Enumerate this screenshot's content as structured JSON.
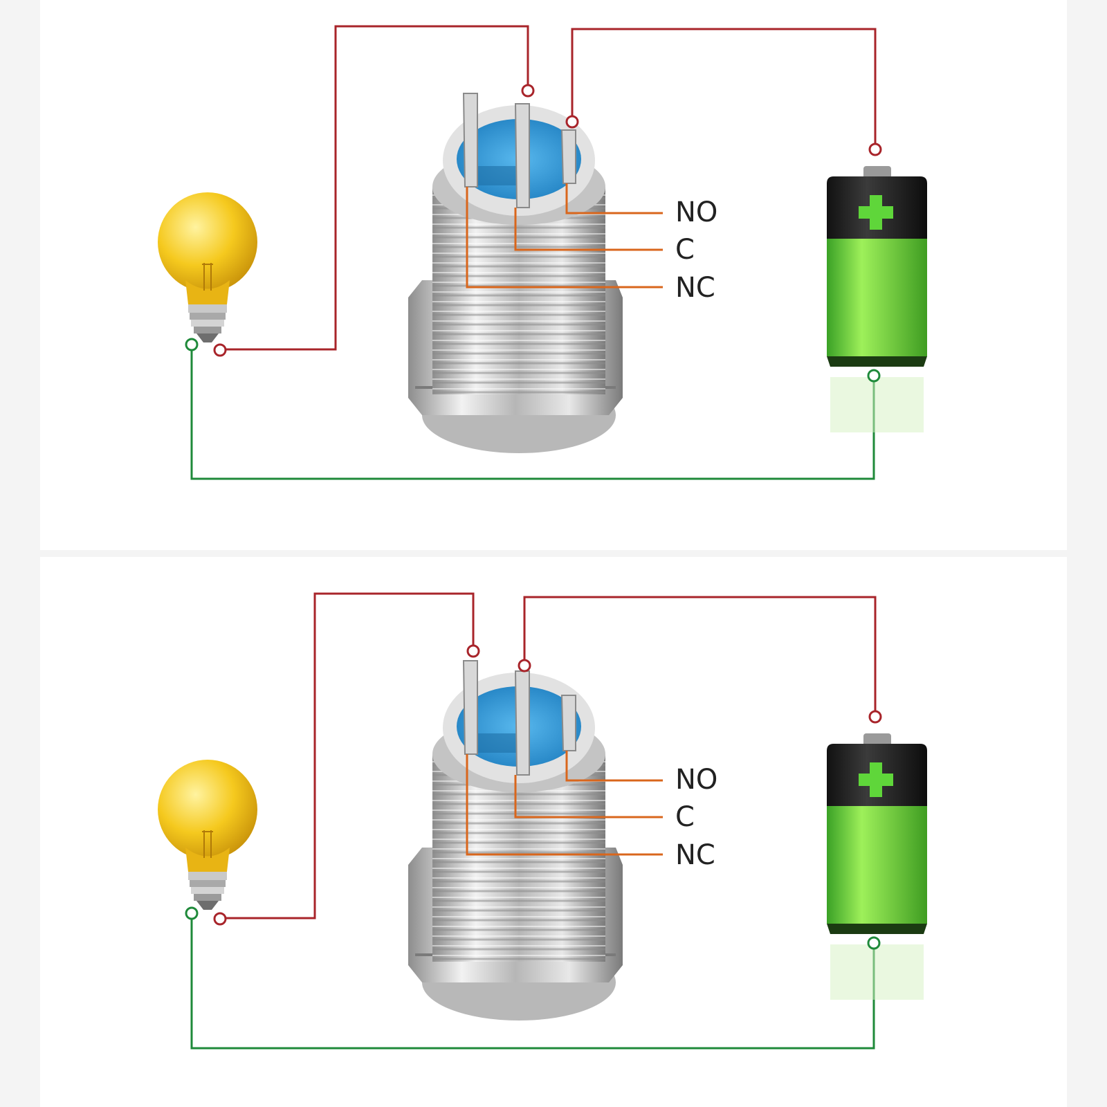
{
  "colors": {
    "positive_wire": "#a8242a",
    "negative_wire": "#1f8a3a",
    "pin_leader": "#d9661c",
    "switch_face": "#2f9ad6",
    "bulb": "#f2c21a",
    "battery_green": "#6cd23a"
  },
  "panels": [
    {
      "pins": {
        "no": "NO",
        "c": "C",
        "nc": "NC"
      }
    },
    {
      "pins": {
        "no": "NO",
        "c": "C",
        "nc": "NC"
      }
    }
  ]
}
